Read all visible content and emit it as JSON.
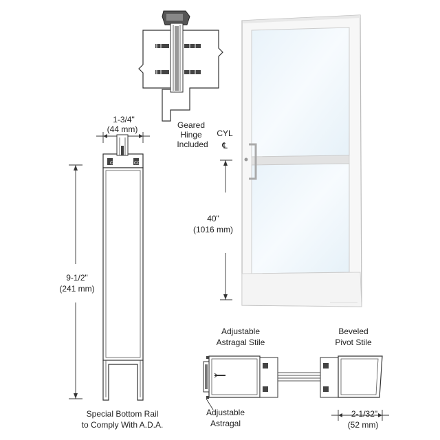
{
  "labels": {
    "overall_depth": "1-3/4\"",
    "overall_depth_mm": "(44 mm)",
    "hinge_line1": "Geared",
    "hinge_line2": "Hinge",
    "hinge_line3": "Included",
    "cyl_label": "CYL",
    "centerline_symbol": "℄",
    "handle_height": "40\"",
    "handle_height_mm": "(1016 mm)",
    "rail_height": "9-1/2\"",
    "rail_height_mm": "(241 mm)",
    "bottom_rail_line1": "Special Bottom Rail",
    "bottom_rail_line2": "to Comply With A.D.A.",
    "astragal_stile_line1": "Adjustable",
    "astragal_stile_line2": "Astragal Stile",
    "pivot_stile_line1": "Beveled",
    "pivot_stile_line2": "Pivot Stile",
    "astragal_line1": "Adjustable",
    "astragal_line2": "Astragal",
    "pivot_width": "2-1/32\"",
    "pivot_width_mm": "(52 mm)"
  },
  "colors": {
    "frame": "#f7f7f7",
    "glass": "#eef6fb",
    "line": "#333333"
  }
}
